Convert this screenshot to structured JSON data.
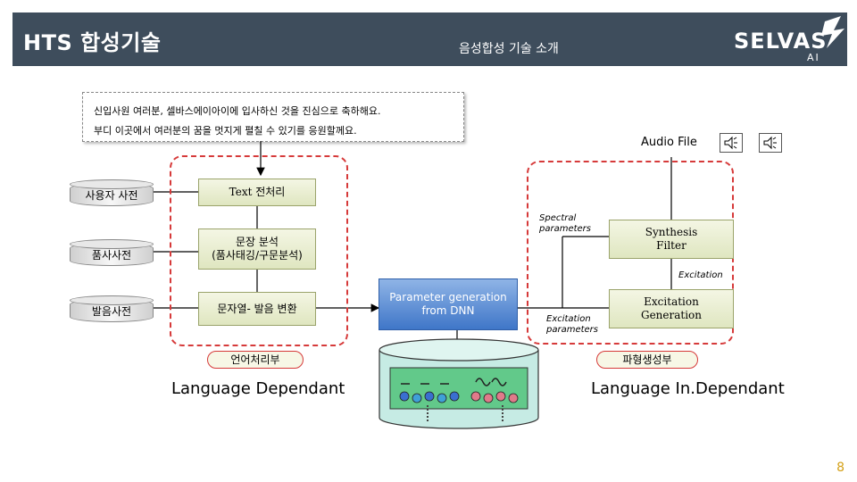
{
  "header": {
    "title": "HTS 합성기술",
    "subtitle": "음성합성 기술 소개",
    "logo_text": "SELVAS",
    "logo_sub": "AI"
  },
  "intro": {
    "line1": "신입사원 여러분, 셀바스에이아이에 입사하신 것을 진심으로 축하해요.",
    "line2": "부디 이곳에서 여러분의 꿈을 멋지게 펼칠 수 있기를 응원할께요."
  },
  "audio_file_label": "Audio File",
  "dictionaries": {
    "user": "사용자 사전",
    "pos": "품사사전",
    "pron": "발음사전"
  },
  "language_module": {
    "text_preprocess": "Text 전처리",
    "sentence_analysis_line1": "문장 분석",
    "sentence_analysis_line2": "(품사태깅/구문분석)",
    "g2p": "문자열- 발음 변환",
    "group_tag": "언어처리부",
    "caption": "Language Dependant"
  },
  "center": {
    "param_gen_line1": "Parameter generation",
    "param_gen_line2": "from DNN"
  },
  "waveform_module": {
    "spectral_line1": "Spectral",
    "spectral_line2": "parameters",
    "synthesis_line1": "Synthesis",
    "synthesis_line2": "Filter",
    "excitation": "Excitation",
    "excitation_params_line1": "Excitation",
    "excitation_params_line2": "parameters",
    "excitation_gen_line1": "Excitation",
    "excitation_gen_line2": "Generation",
    "group_tag": "파형생성부",
    "caption": "Language In.Dependant"
  },
  "page_number": "8",
  "colors": {
    "header": "#3e4d5c",
    "accent_red": "#d63a3a",
    "page_number": "#d4a017"
  }
}
